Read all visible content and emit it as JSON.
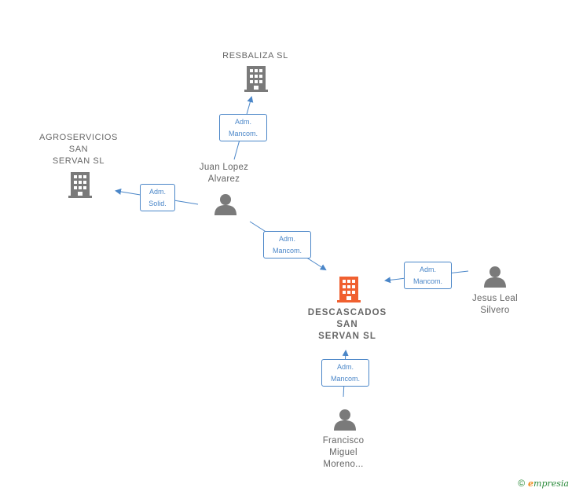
{
  "nodes": {
    "resbaliza": {
      "label": "RESBALIZA  SL"
    },
    "agroservicios": {
      "label": "AGROSERVICIOS\nSAN\nSERVAN  SL"
    },
    "descascados": {
      "label": "DESCASCADOS\nSAN\nSERVAN  SL"
    },
    "juan": {
      "label": "Juan Lopez\nAlvarez"
    },
    "jesus": {
      "label": "Jesus Leal\nSilvero"
    },
    "francisco": {
      "label": "Francisco\nMiguel\nMoreno..."
    }
  },
  "relations": [
    {
      "id": "juan-resbaliza",
      "line1": "Adm.",
      "line2": "Mancom."
    },
    {
      "id": "juan-agroservicios",
      "line1": "Adm.",
      "line2": "Solid."
    },
    {
      "id": "juan-descascados",
      "line1": "Adm.",
      "line2": "Mancom."
    },
    {
      "id": "jesus-descascados",
      "line1": "Adm.",
      "line2": "Mancom."
    },
    {
      "id": "francisco-descascados",
      "line1": "Adm.",
      "line2": "Mancom."
    }
  ],
  "footer": {
    "copyright_symbol": "©",
    "brand_first": "e",
    "brand_rest": "mpresia"
  },
  "colors": {
    "edge": "#4a86c8",
    "company_icon": "#7a7a7a",
    "main_company_icon": "#f06030",
    "person_icon": "#7a7a7a"
  }
}
